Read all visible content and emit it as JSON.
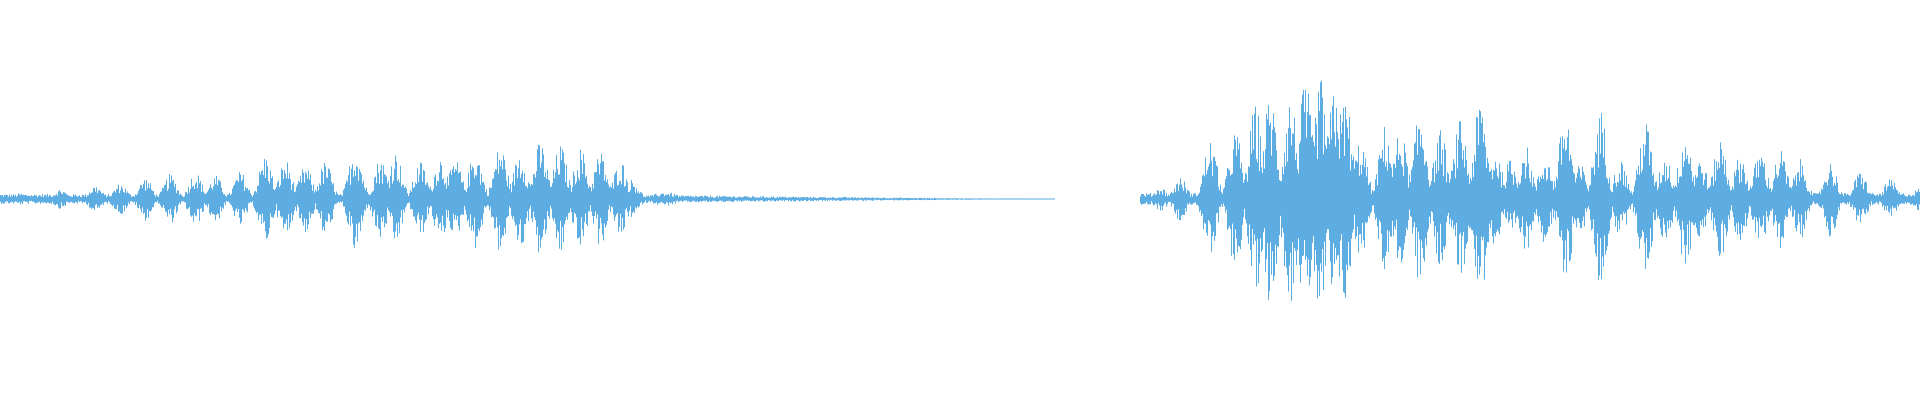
{
  "waveform": {
    "color": "#5dade2",
    "background": "#ffffff",
    "segments": [
      {
        "start": 0.0,
        "end": 0.335,
        "level": "medium"
      },
      {
        "start": 0.335,
        "end": 0.55,
        "level": "quiet"
      },
      {
        "start": 0.55,
        "end": 0.595,
        "level": "silence"
      },
      {
        "start": 0.595,
        "end": 1.0,
        "level": "loud"
      }
    ]
  }
}
